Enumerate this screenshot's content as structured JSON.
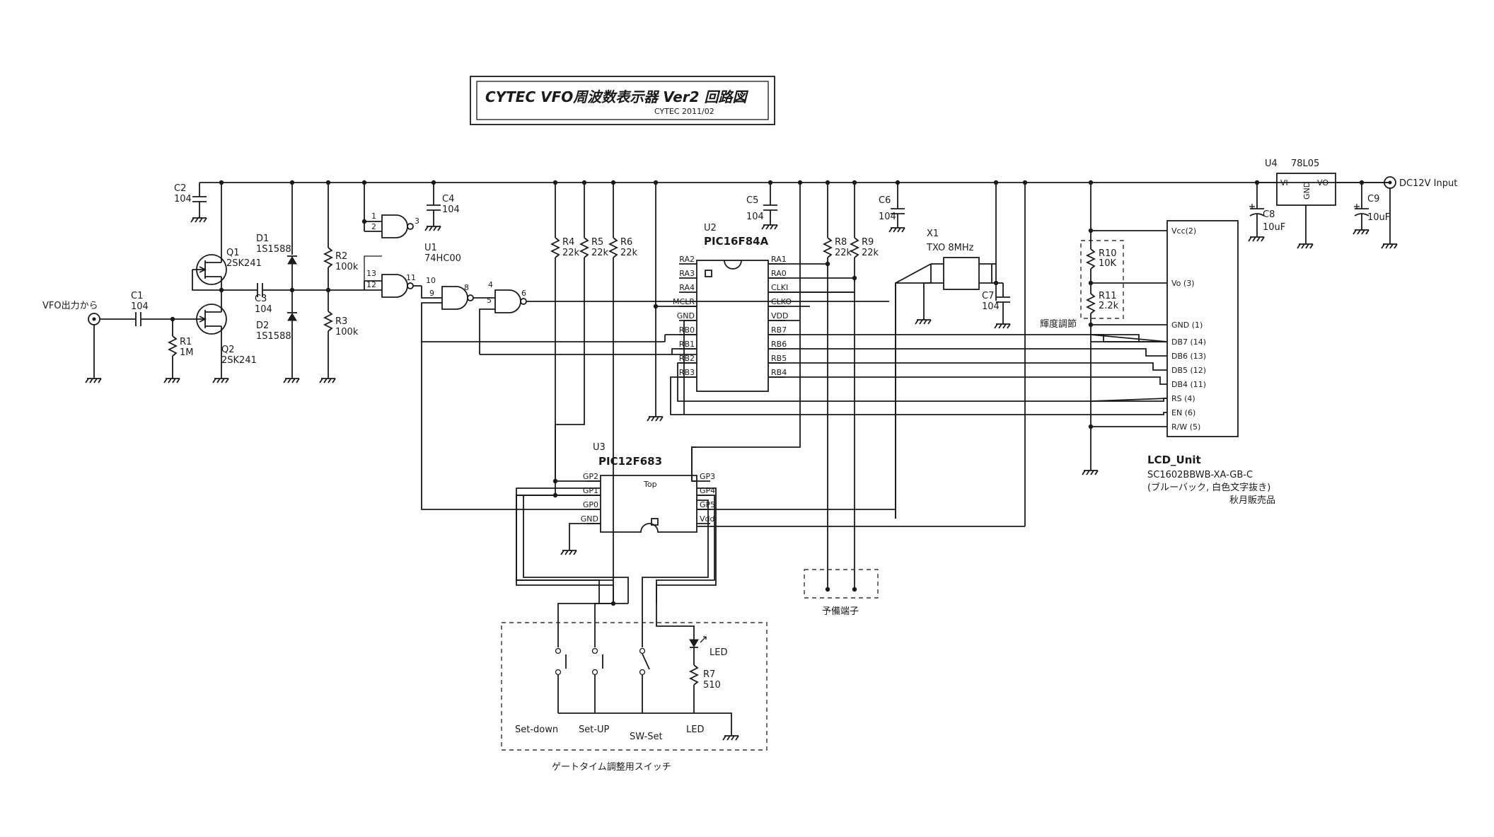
{
  "title": {
    "main": "CYTEC  VFO周波数表示器  Ver2 回路図",
    "sub": "CYTEC  2011/02"
  },
  "labels": {
    "vfo_in": "VFO出力から",
    "dc_in": "DC12V Input",
    "c1": "C1",
    "c1v": "104",
    "c2": "C2",
    "c2v": "104",
    "c3": "C3",
    "c3v": "104",
    "c4": "C4",
    "c4v": "104",
    "c5": "C5",
    "c5v": "104",
    "c6": "C6",
    "c6v": "104",
    "c7": "C7",
    "c7v": "104",
    "c8": "C8",
    "c8v": "10uF",
    "c9": "C9",
    "c9v": "10uF",
    "r1": "R1",
    "r1v": "1M",
    "r2": "R2",
    "r2v": "100k",
    "r3": "R3",
    "r3v": "100k",
    "r4": "R4",
    "r4v": "22k",
    "r5": "R5",
    "r5v": "22k",
    "r6": "R6",
    "r6v": "22k",
    "r7": "R7",
    "r7v": "510",
    "r8": "R8",
    "r8v": "22k",
    "r9": "R9",
    "r9v": "22k",
    "r10": "R10",
    "r10v": "10K",
    "r11": "R11",
    "r11v": "2.2k",
    "d1": "D1",
    "d1v": "1S1588",
    "d2": "D2",
    "d2v": "1S1588",
    "q1": "Q1",
    "q1v": "2SK241",
    "q2": "Q2",
    "q2v": "2SK241",
    "u1": "U1",
    "u1v": "74HC00",
    "u2": "U2",
    "u2v": "PIC16F84A",
    "u3": "U3",
    "u3v": "PIC12F683",
    "u4": "U4",
    "u4v": "78L05",
    "x1": "X1",
    "x1v": "TXO 8MHz",
    "reg_vi": "VI",
    "reg_vo": "VO",
    "reg_gnd": "GND",
    "top": "Top",
    "brightness": "輝度調節",
    "spare": "予備端子",
    "switch_box": "ゲートタイム調整用スイッチ",
    "sw_down": "Set-down",
    "sw_up": "Set-UP",
    "sw_set": "SW-Set",
    "led": "LED",
    "led_label": "LED",
    "lcd_name": "LCD_Unit",
    "lcd_model": "SC1602BBWB-XA-GB-C",
    "lcd_note1": "(ブルーバック, 白色文字抜き)",
    "lcd_note2": "秋月販売品"
  },
  "nand_pins": {
    "g1a": "1",
    "g1b": "2",
    "g1y": "3",
    "g2a": "13",
    "g2b": "12",
    "g2y": "11",
    "g3a": "10",
    "g3b": "9",
    "g3y": "8",
    "g4a": "4",
    "g4b": "5",
    "g4y": "6"
  },
  "u2_left_pins": [
    "RA2",
    "RA3",
    "RA4",
    "MCLR",
    "GND",
    "RB0",
    "RB1",
    "RB2",
    "RB3"
  ],
  "u2_right_pins": [
    "RA1",
    "RA0",
    "CLKI",
    "CLKO",
    "VDD",
    "RB7",
    "RB6",
    "RB5",
    "RB4"
  ],
  "u3_left_pins": [
    "GP2",
    "GP1",
    "GP0",
    "GND"
  ],
  "u3_right_pins": [
    "GP3",
    "GP4",
    "GP5",
    "Vdd"
  ],
  "lcd_pins": [
    "Vcc(2)",
    "Vo  (3)",
    "GND  (1)",
    "DB7  (14)",
    "DB6  (13)",
    "DB5  (12)",
    "DB4  (11)",
    "RS    (4)",
    "EN    (6)",
    "R/W  (5)"
  ],
  "colors": {
    "ink": "#1a1a1a",
    "paper": "#ffffff"
  }
}
